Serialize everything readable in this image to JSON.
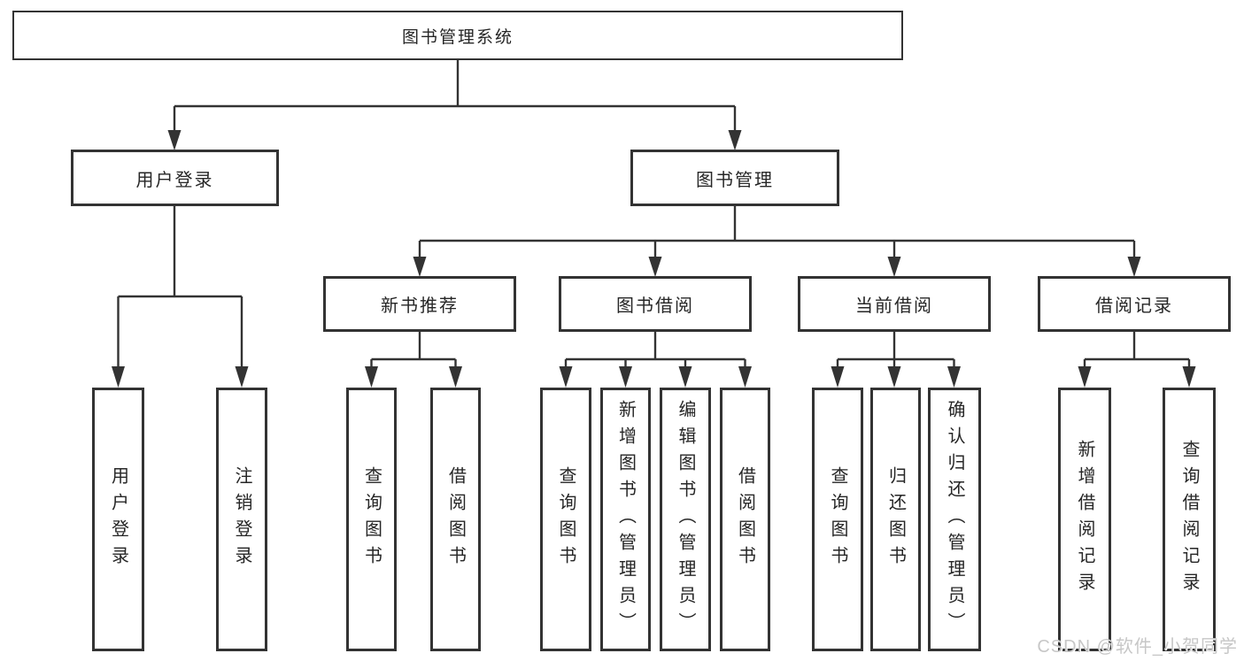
{
  "diagram": {
    "root": {
      "label": "图书管理系统"
    },
    "level1": [
      {
        "id": "user-login",
        "label": "用户登录"
      },
      {
        "id": "book-management",
        "label": "图书管理"
      }
    ],
    "level2": [
      {
        "id": "new-book-recommend",
        "label": "新书推荐",
        "parent": "book-management"
      },
      {
        "id": "book-borrow",
        "label": "图书借阅",
        "parent": "book-management"
      },
      {
        "id": "current-borrow",
        "label": "当前借阅",
        "parent": "book-management"
      },
      {
        "id": "borrow-records",
        "label": "借阅记录",
        "parent": "book-management"
      }
    ],
    "leaves": [
      {
        "id": "user-login-leaf",
        "label": "用户登录",
        "parent": "user-login"
      },
      {
        "id": "logout",
        "label": "注销登录",
        "parent": "user-login"
      },
      {
        "id": "query-books-recommend",
        "label": "查询图书",
        "parent": "new-book-recommend"
      },
      {
        "id": "borrow-books-recommend",
        "label": "借阅图书",
        "parent": "new-book-recommend"
      },
      {
        "id": "query-books-borrow",
        "label": "查询图书",
        "parent": "book-borrow"
      },
      {
        "id": "add-books-admin",
        "label": "新增图书（管理员）",
        "parent": "book-borrow"
      },
      {
        "id": "edit-books-admin",
        "label": "编辑图书（管理员）",
        "parent": "book-borrow"
      },
      {
        "id": "borrow-books",
        "label": "借阅图书",
        "parent": "book-borrow"
      },
      {
        "id": "query-books-current",
        "label": "查询图书",
        "parent": "current-borrow"
      },
      {
        "id": "return-books",
        "label": "归还图书",
        "parent": "current-borrow"
      },
      {
        "id": "confirm-return-admin",
        "label": "确认归还（管理员）",
        "parent": "current-borrow"
      },
      {
        "id": "add-borrow-record",
        "label": "新增借阅记录",
        "parent": "borrow-records"
      },
      {
        "id": "query-borrow-record",
        "label": "查询借阅记录",
        "parent": "borrow-records"
      }
    ]
  },
  "watermark": {
    "text": "CSDN @软件_小贺同学"
  },
  "colors": {
    "line": "#333333",
    "text": "#262626",
    "background": "#ffffff",
    "watermark": "#c7c7c7"
  }
}
